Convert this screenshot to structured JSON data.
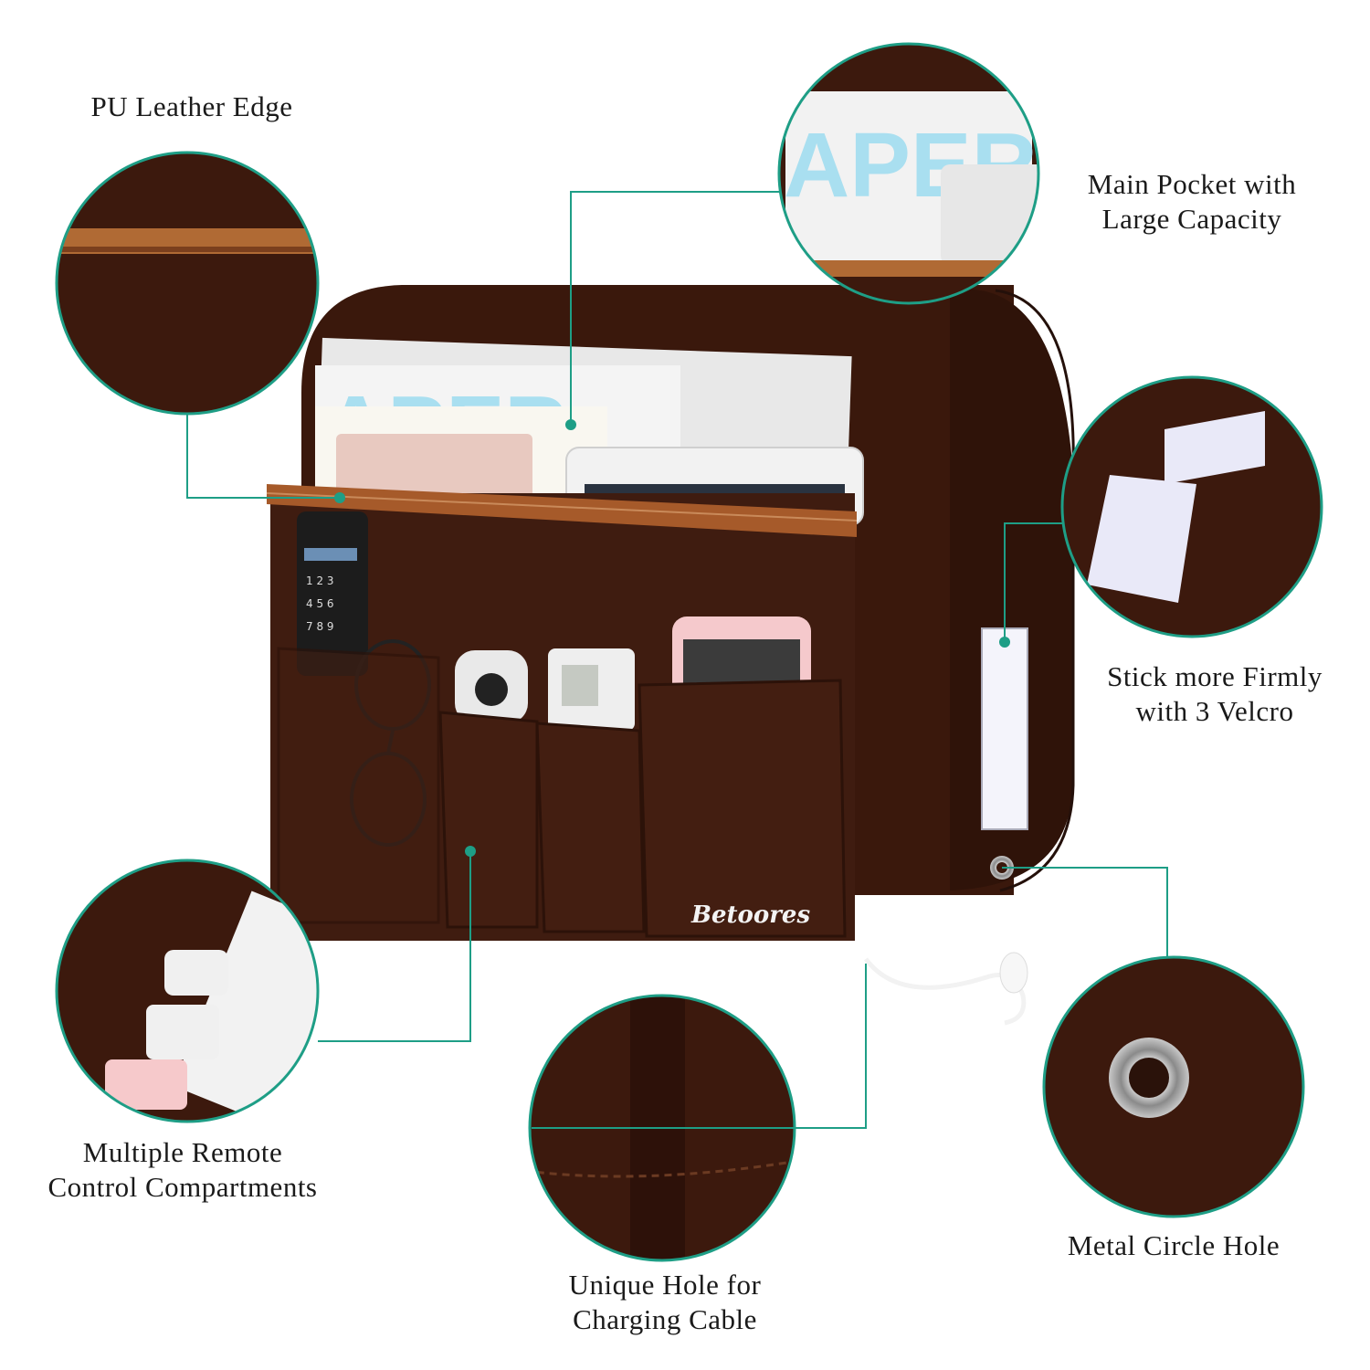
{
  "colors": {
    "accent_line": "#1e9e86",
    "felt": "#3f1c10",
    "felt_dark": "#2e130a",
    "leather": "#a65a2a"
  },
  "labels": {
    "pu_leather": "PU Leather Edge",
    "main_pocket_line1": "Main Pocket with",
    "main_pocket_line2": "Large Capacity",
    "velcro_line1": "Stick more Firmly",
    "velcro_line2": "with 3 Velcro",
    "remote_line1": "Multiple Remote",
    "remote_line2": "Control Compartments",
    "metal_hole": "Metal Circle Hole",
    "cable_line1": "Unique Hole for",
    "cable_line2": "Charging Cable"
  },
  "product": {
    "brand": "Betoores",
    "magazine_word": "APER"
  }
}
